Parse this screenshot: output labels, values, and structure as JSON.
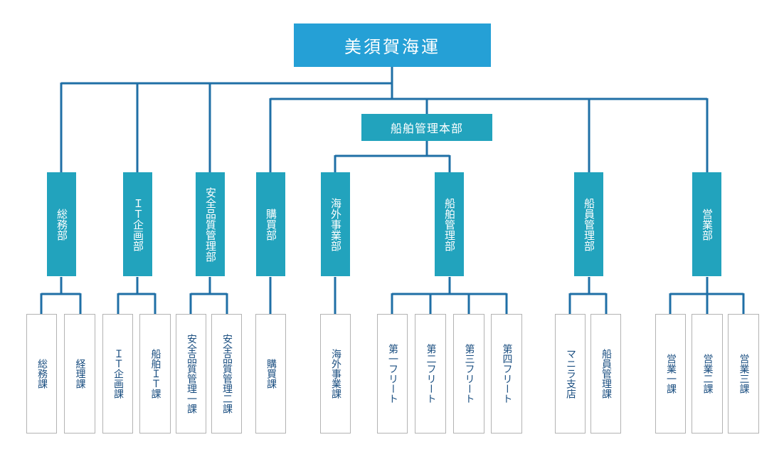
{
  "company": "美須賀海運",
  "headquarters": "船舶管理本部",
  "departments": [
    {
      "id": "d1",
      "label": "総務部"
    },
    {
      "id": "d2",
      "label": "ＩＴ企画部"
    },
    {
      "id": "d3",
      "label": "安全品質管理部"
    },
    {
      "id": "d4",
      "label": "購買部"
    },
    {
      "id": "d5",
      "label": "海外事業部"
    },
    {
      "id": "d6",
      "label": "船舶管理部"
    },
    {
      "id": "d7",
      "label": "船員管理部"
    },
    {
      "id": "d8",
      "label": "営業部"
    }
  ],
  "sections": [
    {
      "label": "総務課"
    },
    {
      "label": "経理課"
    },
    {
      "label": "ＩＴ企画課"
    },
    {
      "label": "船舶ＩＴ課"
    },
    {
      "label": "安全品質管理一課"
    },
    {
      "label": "安全品質管理二課"
    },
    {
      "label": "購買課"
    },
    {
      "label": "海外事業課"
    },
    {
      "label": "第一フリート"
    },
    {
      "label": "第二フリート"
    },
    {
      "label": "第三フリート"
    },
    {
      "label": "第四フリート"
    },
    {
      "label": "マニラ支店"
    },
    {
      "label": "船員管理課"
    },
    {
      "label": "営業一課"
    },
    {
      "label": "営業二課"
    },
    {
      "label": "営業三課"
    }
  ],
  "colors": {
    "line": "#1f6fa6",
    "root": "#25a0d6",
    "box": "#22a3bd",
    "section_text": "#1a4e80",
    "section_border": "#b3b3b3"
  }
}
